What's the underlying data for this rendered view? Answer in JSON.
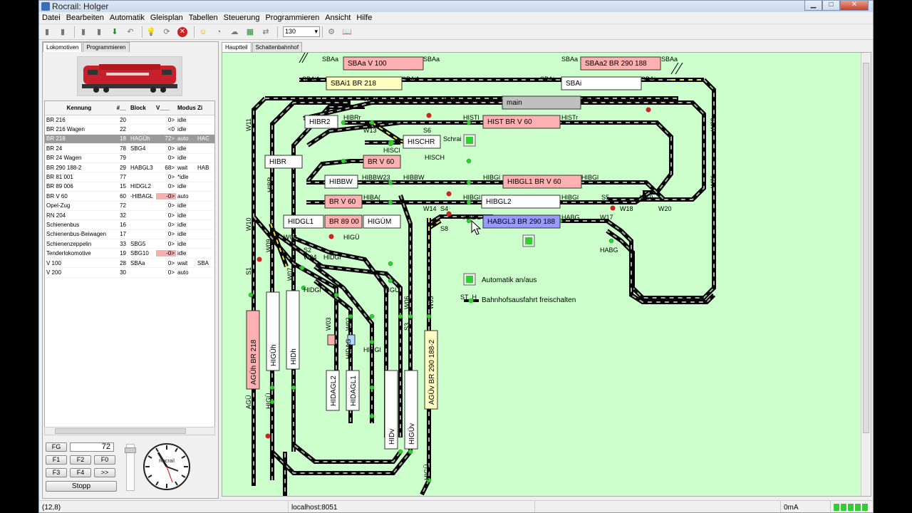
{
  "window": {
    "title": "Rocrail: Holger"
  },
  "menu": [
    "Datei",
    "Bearbeiten",
    "Automatik",
    "Gleisplan",
    "Tabellen",
    "Steuerung",
    "Programmieren",
    "Ansicht",
    "Hilfe"
  ],
  "toolbar": {
    "zoom": "130"
  },
  "left_tabs": [
    "Lokomotiven",
    "Programmieren"
  ],
  "loco_table": {
    "headers": [
      "Kennung",
      "#__",
      "Block",
      "V___",
      "Modus",
      "Zi"
    ],
    "rows": [
      [
        "BR 216",
        "20",
        "",
        "0>",
        "idle",
        ""
      ],
      [
        "BR 216 Wagen",
        "22",
        "",
        "<0",
        "idle",
        ""
      ],
      [
        "BR 218",
        "18",
        "HAGÜh",
        "72>",
        "auto",
        "HAG"
      ],
      [
        "BR 24",
        "78",
        "SBG4",
        "0>",
        "idle",
        ""
      ],
      [
        "BR 24 Wagen",
        "79",
        "",
        "0>",
        "idle",
        ""
      ],
      [
        "BR 290 188-2",
        "29",
        "HABGL3",
        "68>",
        "wait",
        "HAB"
      ],
      [
        "BR 81 001",
        "77",
        "",
        "0>",
        "*idle",
        ""
      ],
      [
        "BR 89 006",
        "15",
        "HIDGL2",
        "0>",
        "idle",
        ""
      ],
      [
        "BR V 60",
        "60",
        "-HIBAGL",
        "-0>",
        "auto",
        ""
      ],
      [
        "Opel-Zug",
        "72",
        "",
        "0>",
        "idle",
        ""
      ],
      [
        "RN 204",
        "32",
        "",
        "0>",
        "idle",
        ""
      ],
      [
        "Schienenbus",
        "16",
        "",
        "0>",
        "idle",
        ""
      ],
      [
        "Schienenbus-Beiwagen",
        "17",
        "",
        "0>",
        "idle",
        ""
      ],
      [
        "Schienenzeppelin",
        "33",
        "SBG5",
        "0>",
        "idle",
        ""
      ],
      [
        "Tenderlokomotive",
        "19",
        "SBG10",
        "-0>",
        "idle",
        ""
      ],
      [
        "V 100",
        "28",
        "SBAa",
        "0>",
        "wait",
        "SBA"
      ],
      [
        "V 200",
        "30",
        "",
        "0>",
        "auto",
        ""
      ]
    ]
  },
  "throttle": {
    "fg": "FG",
    "speed": "72",
    "f1": "F1",
    "f2": "F2",
    "f0": "F0",
    "f3": "F3",
    "f4": "F4",
    "more": ">>",
    "stop": "Stopp",
    "clock_label": "Rocrail"
  },
  "plan_tabs": [
    "Hauptteil",
    "Schattenbahnhof"
  ],
  "blocks": {
    "sbaa": "SBAa V 100",
    "sbaa2": "SBAa2 BR 290 188",
    "sbai1": "SBAi1 BR 218",
    "sbai": "SBAi",
    "main": "main",
    "hibr2": "HIBR2",
    "hist": "HIST BR V 60",
    "hischr": "HISCHR",
    "brv60": "BR V 60",
    "hibr": "HIBR",
    "hibbw": "HIBBW",
    "hibgl1": "HIBGL1 BR V 60",
    "brv60b": "BR V 60",
    "hibgl2": "HIBGL2",
    "hidgl1": "HIDGL1",
    "br89": "BR 89 00",
    "higum": "HIGÜM",
    "habgl3": "HABGL3 BR 290 188",
    "agun": "AGÜh BR 218",
    "higun": "HIGÜh",
    "hidh": "HIDh",
    "hidagl2": "HIDAGL2",
    "hidagl1": "HIDAGL1",
    "hidv": "HIDv",
    "higuv": "HIGÜv",
    "aguv": "AGÜv BR 290 188-2"
  },
  "labels": {
    "sbaa_l": "SBAa",
    "sbaa_r": "SBAa",
    "sbaa2_l": "SBAa",
    "sbaa2_r": "SBAa",
    "sbai1_l": "SBAi1",
    "sbai1_r": "SBAi1",
    "sbai_l": "SBAi",
    "sbai_r": "SBAi",
    "w12": "W12",
    "hast": "HAST",
    "hast2": "HAST",
    "s7": "S7",
    "hibrr": "HIBRr",
    "w13": "W13",
    "s6": "S6",
    "histl": "HISTl",
    "histr": "HISTr",
    "hisch": "HISCH",
    "schrai": "Schrai",
    "hiscl": "HISCl",
    "w11": "W11",
    "w22": "W22",
    "w21": "W21",
    "hibbw_r": "HIBBW23",
    "hibbw2": "HIBBW",
    "w19b": "W19",
    "higbl": "HIBGl",
    "higbr": "HIBGl",
    "hibgl_l": "HIBGl",
    "hibgl_r": "HIBGl",
    "s5": "S5",
    "w19": "W19",
    "w14": "W14",
    "w18": "W18",
    "w20": "W20",
    "s4": "S4",
    "habg": "HABG",
    "habg2": "HABG",
    "w17": "W17",
    "s8": "S8",
    "habg3": "HABG",
    "hiba": "HIBA(",
    "w10": "W10",
    "w08": "W08",
    "higu": "HIGÜ",
    "w09": "W09",
    "s2": "S2",
    "w07": "W07",
    "w04": "W04",
    "hidgl": "HIDGl",
    "hidgl2": "HIDGl",
    "higu2": "HIGÜ",
    "s1": "S1",
    "hibr_v": "HIBR",
    "hidgl3": "HIDGl",
    "w03": "W03",
    "w02": "W02",
    "w06": "W06",
    "w05": "W05",
    "s3": "S3",
    "st": "ST_H",
    "hidagl": "HIDAG",
    "agu_v": "AGÜ",
    "higu_v": "HIGÜ",
    "hiuh": "HIGÜ"
  },
  "legend": {
    "auto": "Automatik an/aus",
    "exit": "Bahnhofsausfahrt freischalten"
  },
  "status": {
    "coords": "(12,8)",
    "server": "localhost:8051",
    "current": "0mA"
  },
  "colors": {
    "bg": "#ccffcc",
    "reserved": "#ffb0b0",
    "occupied_yellow": "#ffffc0",
    "selected": "#9999ff",
    "track": "#000000"
  }
}
